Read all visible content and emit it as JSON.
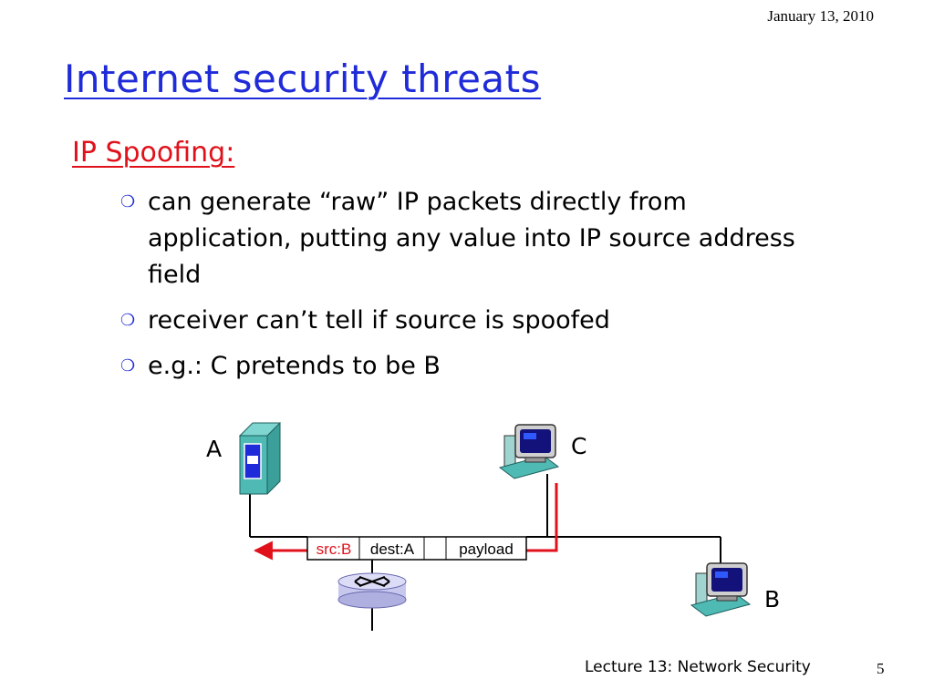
{
  "slide": {
    "date": "January 13, 2010",
    "title": "Internet security threats",
    "subheading": "IP Spoofing:",
    "bullets": [
      {
        "marker": "❍",
        "text": "can generate “raw” IP packets directly from application, putting any value into IP source address field"
      },
      {
        "marker": "❍",
        "text": "receiver can’t tell if source is spoofed"
      },
      {
        "marker": "❍",
        "text": "e.g.: C pretends to be B"
      }
    ],
    "footer": "Lecture 13: Network Security",
    "page_number": "5"
  },
  "diagram": {
    "host_labels": {
      "a": "A",
      "b": "B",
      "c": "C"
    },
    "packet": {
      "src": "src:B",
      "dest": "dest:A",
      "payload": "payload"
    },
    "colors": {
      "spoofed_path": "#e0111b",
      "server_body": "#4fb9b3",
      "router": "#c8c8ef",
      "title_blue": "#1f2bd8"
    }
  }
}
